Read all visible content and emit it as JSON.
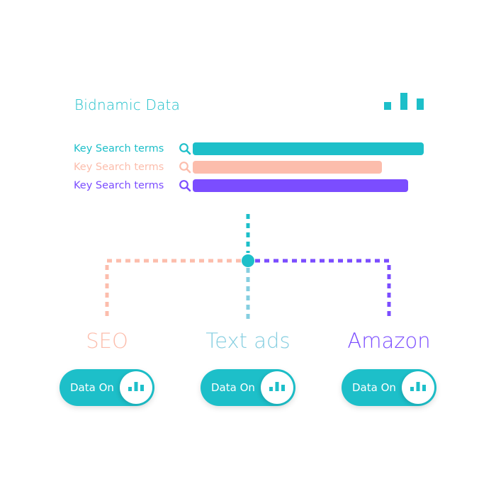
{
  "header": {
    "title": "Bidnamic Data",
    "title_color": "#1dbfc9",
    "icon": "bar-chart-icon"
  },
  "terms": [
    {
      "label": "Key Search terms",
      "color": "#1dbfc9",
      "icon": "search-icon",
      "bar_fill": 1.0
    },
    {
      "label": "Key Search terms",
      "color": "#fcbdac",
      "icon": "search-icon",
      "bar_fill": 0.82
    },
    {
      "label": "Key Search terms",
      "color": "#7b4dff",
      "icon": "search-icon",
      "bar_fill": 0.93
    }
  ],
  "channels": [
    {
      "label": "SEO",
      "color": "#fcbdac",
      "toggle_label": "Data On",
      "toggle_on": true
    },
    {
      "label": "Text ads",
      "color": "#85cee0",
      "toggle_label": "Data On",
      "toggle_on": true
    },
    {
      "label": "Amazon",
      "color": "#7b4dff",
      "toggle_label": "Data On",
      "toggle_on": true
    }
  ],
  "colors": {
    "teal": "#1dbfc9",
    "peach": "#fcbdac",
    "light_blue": "#85cee0",
    "purple": "#7b4dff"
  }
}
